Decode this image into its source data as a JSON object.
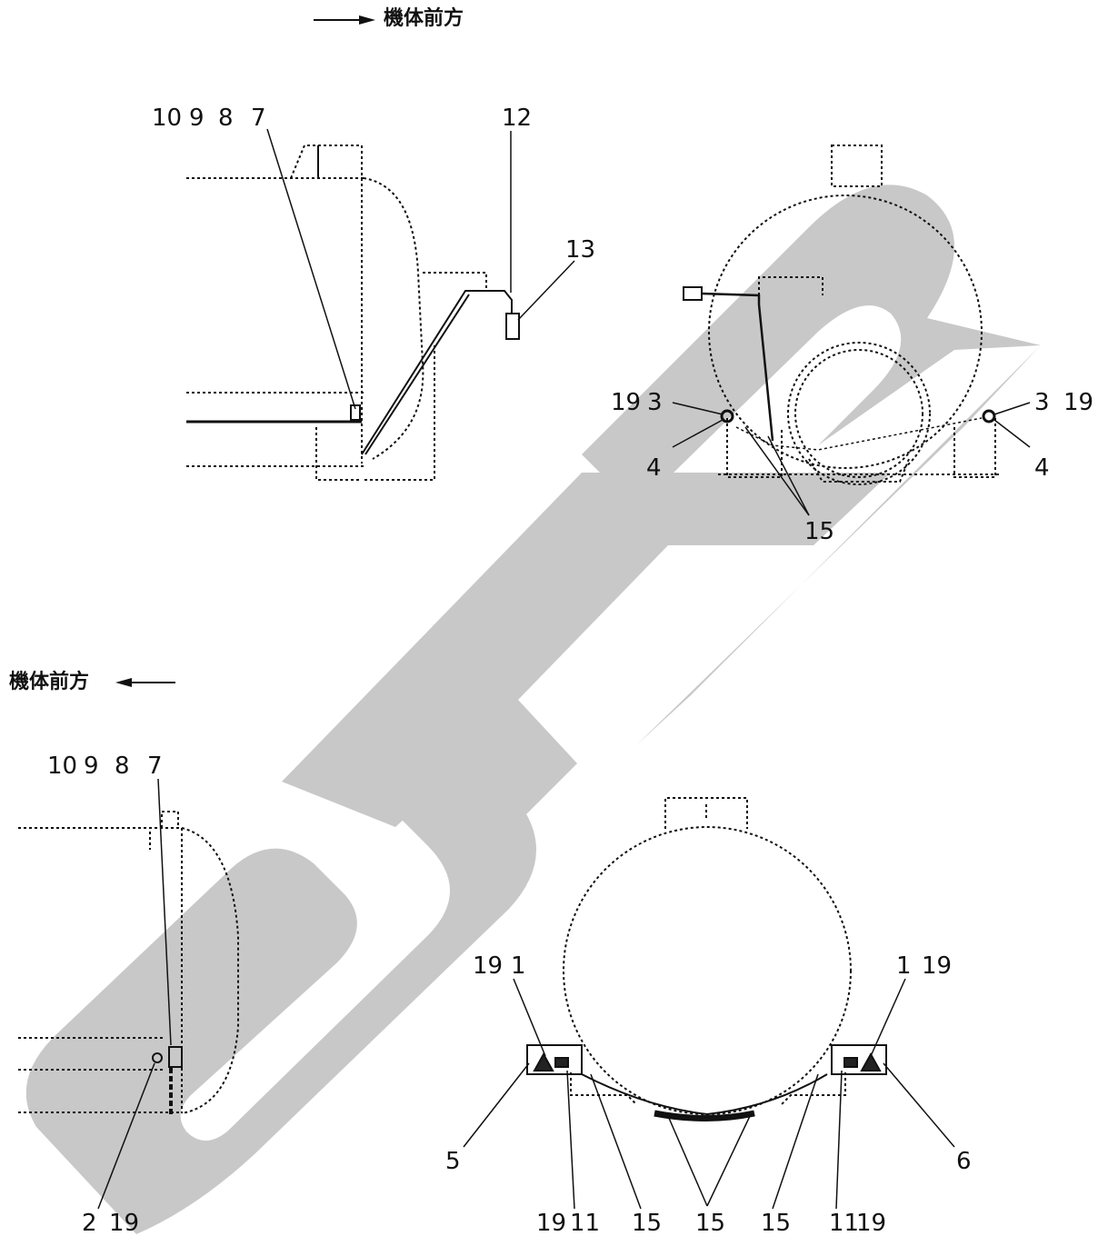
{
  "direction_top": "機体前方",
  "direction_bottom": "機体前方",
  "watermark": "STR",
  "callouts": {
    "v1": [
      "10",
      "9",
      "8",
      "7",
      "12",
      "13"
    ],
    "v2": [
      "19",
      "3",
      "4",
      "3",
      "19",
      "4",
      "15"
    ],
    "v3": [
      "10",
      "9",
      "8",
      "7",
      "2",
      "19"
    ],
    "v4": [
      "19",
      "1",
      "1",
      "19",
      "5",
      "6",
      "19",
      "11",
      "15",
      "15",
      "15",
      "11",
      "19"
    ]
  }
}
